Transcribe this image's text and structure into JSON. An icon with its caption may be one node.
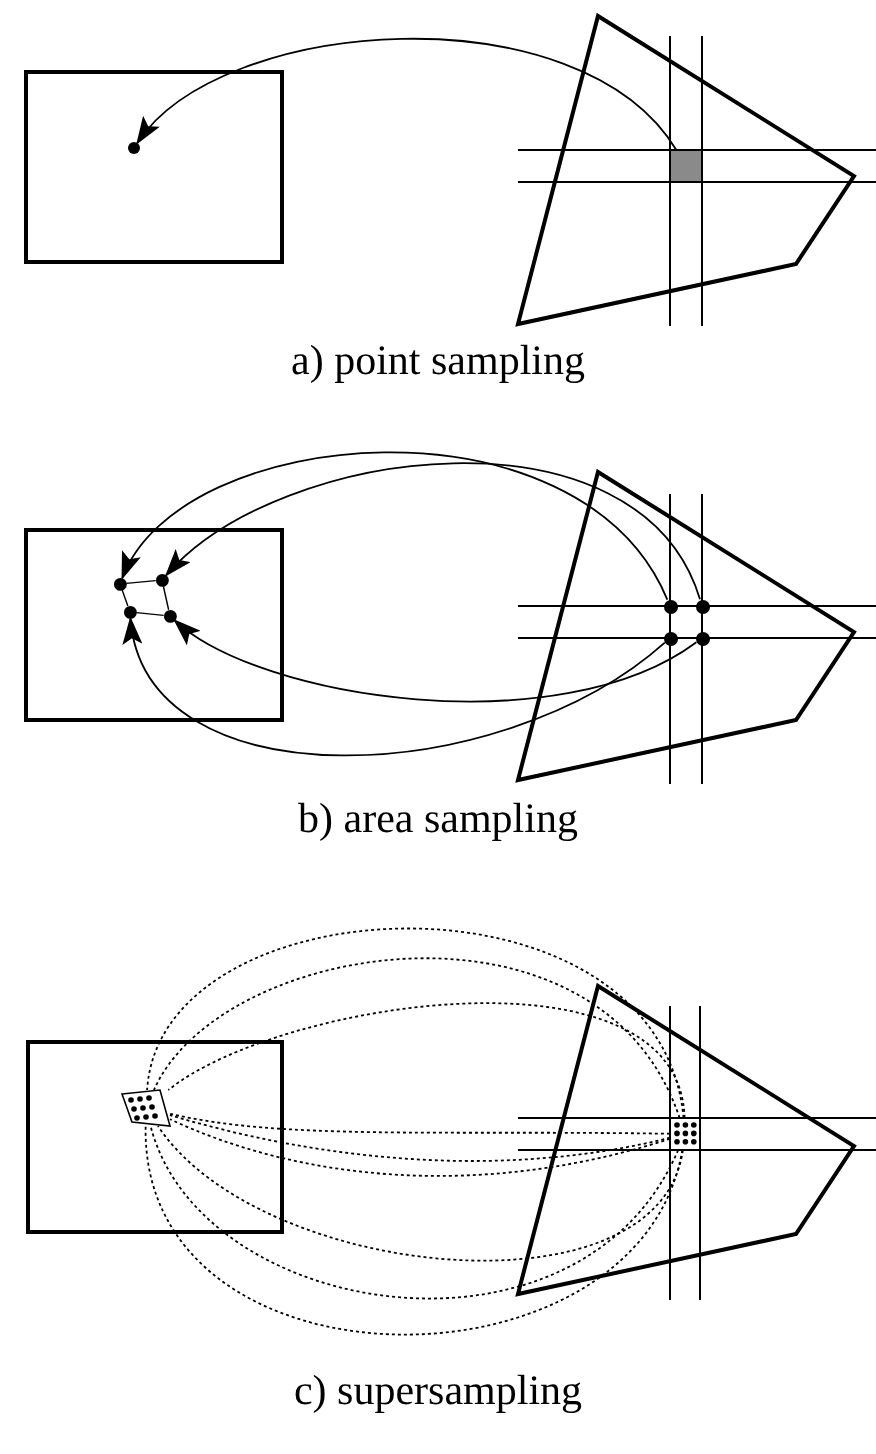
{
  "diagram": {
    "nodes": [
      {
        "text": [],
        "shape": "box"
      },
      {
        "text": [],
        "shape": "circle",
        "in": 0
      },
      {
        "text": [],
        "shape": "polygon"
      },
      {
        "text": [],
        "shape": "box",
        "in": 2
      },
      {
        "text": [],
        "shape": "box"
      },
      {
        "text": [],
        "shape": "circle",
        "in": 4
      },
      {
        "text": [],
        "shape": "circle",
        "in": 4
      },
      {
        "text": [],
        "shape": "circle",
        "in": 4
      },
      {
        "text": [],
        "shape": "circle",
        "in": 4
      },
      {
        "text": [],
        "shape": "polygon"
      },
      {
        "text": [],
        "shape": "circle",
        "in": 9
      },
      {
        "text": [],
        "shape": "circle",
        "in": 9
      },
      {
        "text": [],
        "shape": "circle",
        "in": 9
      },
      {
        "text": [],
        "shape": "circle",
        "in": 9
      },
      {
        "text": [],
        "shape": "box"
      },
      {
        "text": [],
        "shape": "polygon",
        "in": 14
      },
      {
        "text": [],
        "shape": "polygon"
      },
      {
        "text": [],
        "shape": "dots",
        "in": 16
      }
    ],
    "edges": [
      {
        "from": 3,
        "to": 1,
        "arrow": "to"
      },
      {
        "from": 10,
        "to": 5,
        "arrow": "to"
      },
      {
        "from": 11,
        "to": 6,
        "arrow": "to"
      },
      {
        "from": 12,
        "to": 7,
        "arrow": "to"
      },
      {
        "from": 13,
        "to": 8,
        "arrow": "to"
      },
      {
        "from": 5,
        "to": 6,
        "arrow": "none"
      },
      {
        "from": 6,
        "to": 8,
        "arrow": "none"
      },
      {
        "from": 8,
        "to": 7,
        "arrow": "none"
      },
      {
        "from": 7,
        "to": 5,
        "arrow": "none"
      },
      {
        "from": 17,
        "to": 15,
        "arrow": "none",
        "style": "dashed"
      },
      {
        "from": 17,
        "to": 15,
        "arrow": "none",
        "style": "dashed"
      },
      {
        "from": 17,
        "to": 15,
        "arrow": "none",
        "style": "dashed"
      },
      {
        "from": 17,
        "to": 15,
        "arrow": "none",
        "style": "dashed"
      },
      {
        "from": 17,
        "to": 15,
        "arrow": "none",
        "style": "dashed"
      },
      {
        "from": 17,
        "to": 15,
        "arrow": "none",
        "style": "dashed"
      },
      {
        "from": 17,
        "to": 15,
        "arrow": "none",
        "style": "dashed"
      },
      {
        "from": 17,
        "to": 15,
        "arrow": "none",
        "style": "dashed"
      },
      {
        "from": 17,
        "to": 15,
        "arrow": "none",
        "style": "dashed"
      }
    ],
    "labels": [
      "a) point sampling",
      "b) area sampling",
      "c) supersampling"
    ]
  }
}
